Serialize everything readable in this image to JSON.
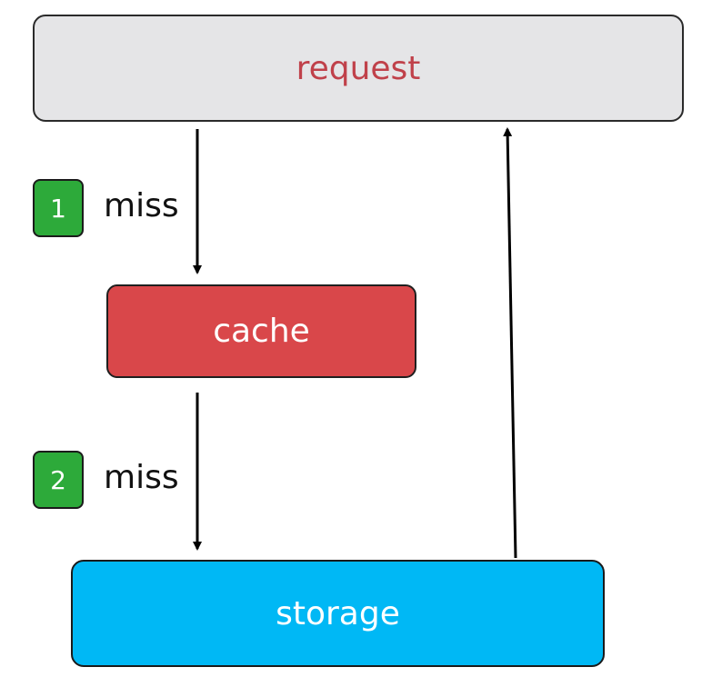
{
  "nodes": {
    "request": {
      "label": "request",
      "text_color": "#c0414a",
      "fill": "#e5e5e7"
    },
    "cache": {
      "label": "cache",
      "text_color": "#ffffff",
      "fill": "#d9474a"
    },
    "storage": {
      "label": "storage",
      "text_color": "#ffffff",
      "fill": "#00b8f5"
    }
  },
  "steps": [
    {
      "number": "1",
      "label": "miss",
      "badge_color": "#2daa3a"
    },
    {
      "number": "2",
      "label": "miss",
      "badge_color": "#2daa3a"
    }
  ]
}
